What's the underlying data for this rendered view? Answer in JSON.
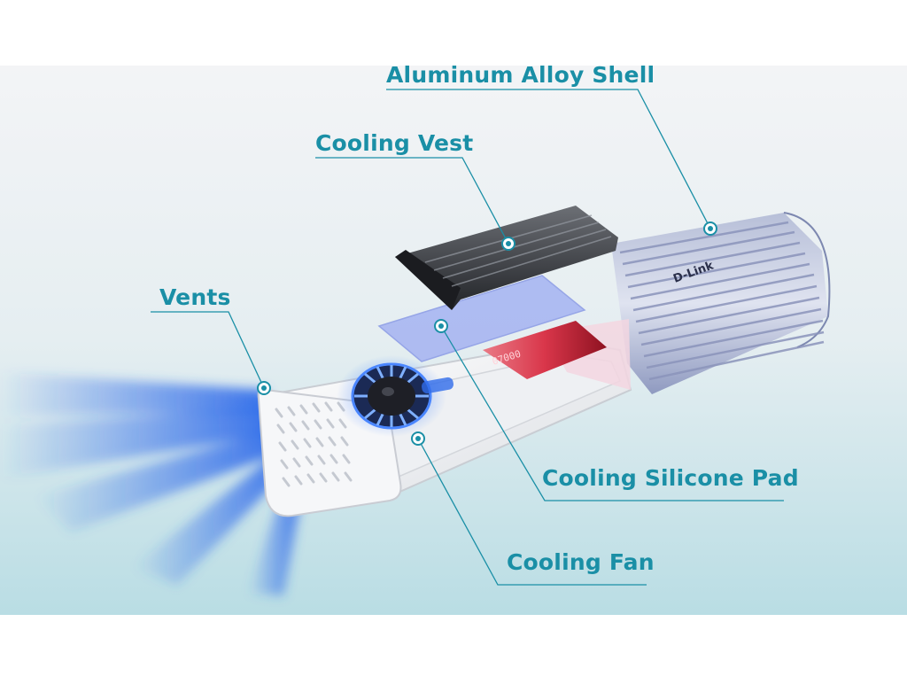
{
  "labels": {
    "shell": "Aluminum Alloy Shell",
    "vest": "Cooling Vest",
    "vents": "Vents",
    "pad": "Cooling Silicone Pad",
    "fan": "Cooling Fan"
  },
  "brand_text": "D-Link",
  "ssd_text": "07000",
  "colors": {
    "accent": "#1a8fa6",
    "background_top": "#f4f5f7",
    "background_bottom": "#bcdfe6",
    "airflow": "#2f6bea"
  }
}
